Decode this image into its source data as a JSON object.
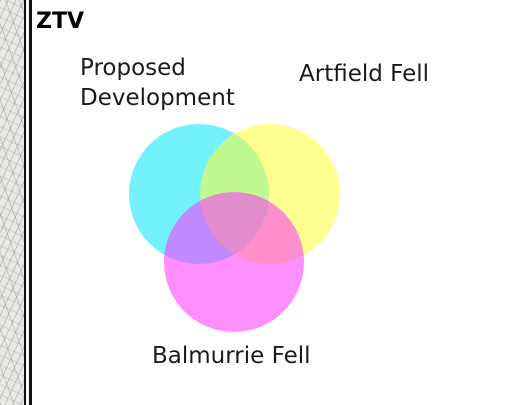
{
  "heading": "ZTV",
  "labels": {
    "proposed_line1": "Proposed",
    "proposed_line2": "Development",
    "artfield": "Artfield Fell",
    "balmurrie": "Balmurrie Fell"
  },
  "colors": {
    "proposed_development": "#00e5ff",
    "artfield_fell": "#ffff33",
    "balmurrie_fell": "#ff33ff",
    "frame": "#111111"
  }
}
